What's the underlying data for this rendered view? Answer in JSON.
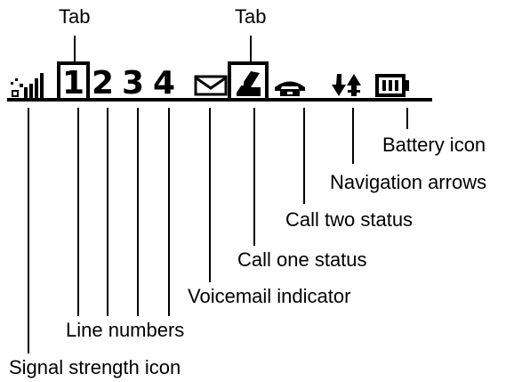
{
  "status_bar": {
    "line_digits": [
      "1",
      "2",
      "3",
      "4"
    ]
  },
  "labels": {
    "tab_left": "Tab",
    "tab_right": "Tab",
    "battery_icon": "Battery icon",
    "navigation_arrows": "Navigation arrows",
    "call_two_status": "Call two status",
    "call_one_status": "Call one status",
    "voicemail_indicator": "Voicemail indicator",
    "line_numbers": "Line numbers",
    "signal_strength_icon": "Signal strength icon"
  },
  "icons": {
    "signal": "signal-strength-icon",
    "voicemail": "envelope-icon",
    "call_one": "handset-off-hook-icon",
    "call_two": "handset-on-hook-icon",
    "navigation": "navigation-arrows-icon",
    "battery": "battery-icon"
  },
  "colors": {
    "ink": "#000000",
    "background": "#ffffff"
  }
}
